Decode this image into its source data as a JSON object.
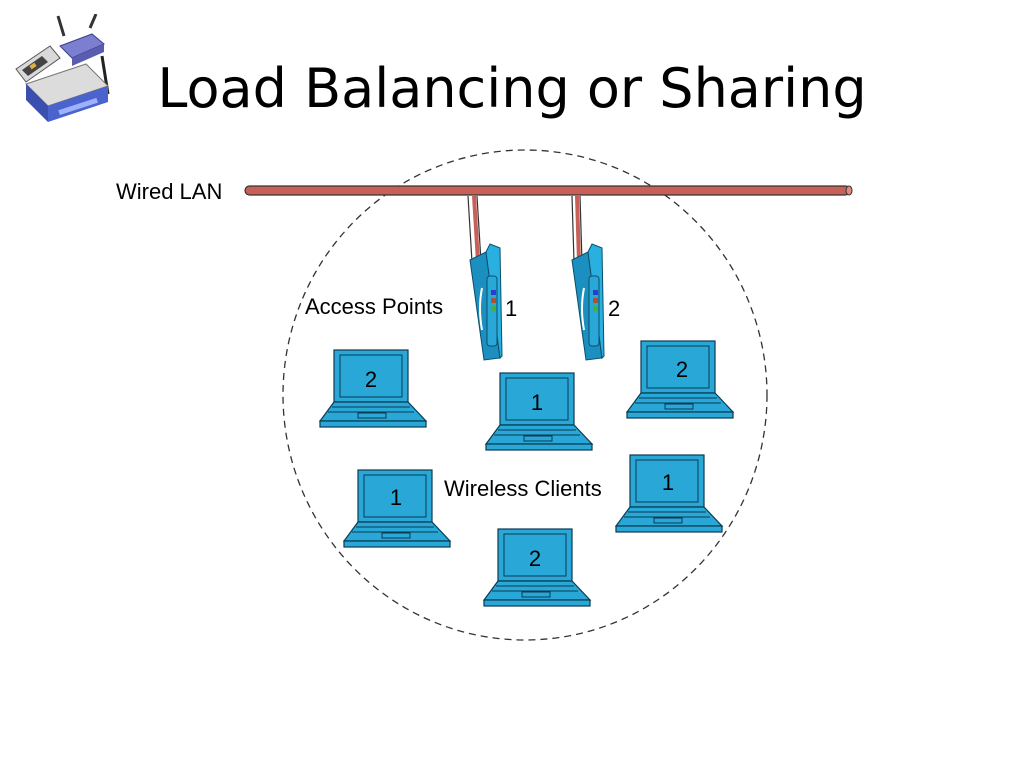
{
  "title": "Load Balancing or Sharing",
  "labels": {
    "wired_lan": "Wired LAN",
    "access_points": "Access Points",
    "wireless_clients": "Wireless Clients"
  },
  "access_points": [
    {
      "label": "1"
    },
    {
      "label": "2"
    }
  ],
  "clients": [
    {
      "label": "2"
    },
    {
      "label": "1"
    },
    {
      "label": "2"
    },
    {
      "label": "1"
    },
    {
      "label": "1"
    },
    {
      "label": "2"
    }
  ],
  "colors": {
    "lan_bar": "#c8605a",
    "device_blue": "#29a8d8",
    "screen_blue": "#2fa8e0",
    "dash_circle": "#333333"
  },
  "icons": {
    "logo": "wireless-router-icon",
    "laptop": "laptop-icon",
    "access_point": "access-point-icon"
  }
}
